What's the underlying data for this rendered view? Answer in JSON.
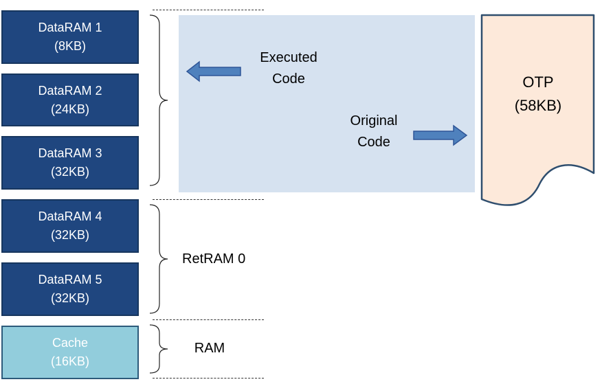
{
  "memory_blocks": [
    {
      "name": "DataRAM 1",
      "size": "(8KB)"
    },
    {
      "name": "DataRAM 2",
      "size": "(24KB)"
    },
    {
      "name": "DataRAM 3",
      "size": "(32KB)"
    },
    {
      "name": "DataRAM 4",
      "size": "(32KB)"
    },
    {
      "name": "DataRAM 5",
      "size": "(32KB)"
    },
    {
      "name": "Cache",
      "size": "(16KB)"
    }
  ],
  "group_labels": {
    "retram": "RetRAM 0",
    "ram": "RAM"
  },
  "code_labels": {
    "executed_line1": "Executed",
    "executed_line2": "Code",
    "original_line1": "Original",
    "original_line2": "Code"
  },
  "otp": {
    "name": "OTP",
    "size": "(58KB)"
  },
  "colors": {
    "dataram_fill": "#1f467f",
    "cache_fill": "#92cddc",
    "code_region_fill": "#d6e2f0",
    "otp_fill": "#fde9da",
    "arrow_fill": "#4f81bd"
  }
}
